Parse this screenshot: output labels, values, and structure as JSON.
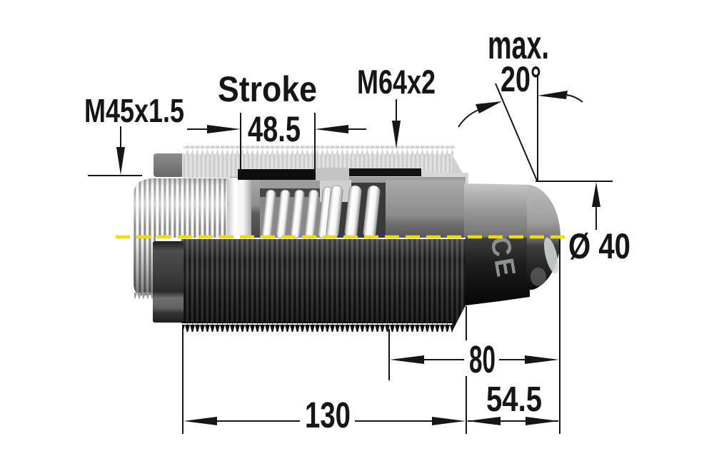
{
  "labels": {
    "thread_front": "M45x1.5",
    "stroke_title": "Stroke",
    "stroke_value": "48.5",
    "thread_body": "M64x2",
    "angle_prefix": "max.",
    "angle_value": "20°",
    "diameter": "Ø 40",
    "dim_mid": "80",
    "dim_rear": "54.5",
    "dim_total": "130",
    "body_marking": "CE"
  },
  "colors": {
    "centerline_yellow": "#F2DC00",
    "annotation_black": "#161616"
  }
}
